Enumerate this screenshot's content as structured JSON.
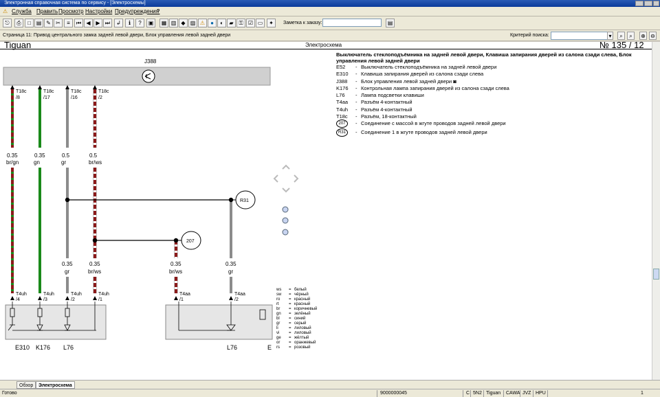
{
  "window": {
    "title": "Электронная справочная система по сервису - [Электросхемы]"
  },
  "menu": [
    "Служба",
    "Править",
    "Просмотр",
    "Настройки",
    "Предупреждения",
    "?"
  ],
  "toolbar": {
    "order_label": "Заметка к заказу:"
  },
  "crumb": {
    "text": "Страница 11: Привод центрального замка задней левой двери, Блок управления левой задней двери",
    "criteria_label": "Критерий поиска:"
  },
  "doc": {
    "model": "Tiguan",
    "section": "Электросхема",
    "number": "№  135 / 12",
    "title": "Выключатель стеклоподъёмника на задней левой двери, Клавиша запирания дверей из салона сзади слева, Блок управления левой задней двери",
    "legend": [
      {
        "code": "E52",
        "text": "Выключатель стеклоподъёмника на задней левой двери"
      },
      {
        "code": "E310",
        "text": "Клавиша запирания дверей из салона сзади слева"
      },
      {
        "code": "J388",
        "text": "Блок управления левой задней двери"
      },
      {
        "code": "K176",
        "text": "Контрольная лампа запирания дверей из салона сзади слева"
      },
      {
        "code": "L76",
        "text": "Лампа подсветки клавиши"
      },
      {
        "code": "T4aa",
        "text": "Разъём 4-контактный"
      },
      {
        "code": "T4uh",
        "text": "Разъём 4-контактный"
      },
      {
        "code": "T18c",
        "text": "Разъём, 18-контактный"
      },
      {
        "code": "207",
        "text": "Соединение с массой в жгуте проводов задней левой двери",
        "circle": true
      },
      {
        "code": "R31",
        "text": "Соединение 1 в жгуте проводов задней левой двери",
        "circle": true
      }
    ],
    "colors": [
      {
        "k": "ws",
        "v": "белый"
      },
      {
        "k": "sw",
        "v": "чёрный"
      },
      {
        "k": "ro",
        "v": "красный"
      },
      {
        "k": "rt",
        "v": "красный"
      },
      {
        "k": "br",
        "v": "коричневый"
      },
      {
        "k": "gn",
        "v": "зелёный"
      },
      {
        "k": "bl",
        "v": "синий"
      },
      {
        "k": "gr",
        "v": "серый"
      },
      {
        "k": "li",
        "v": "лиловый"
      },
      {
        "k": "vi",
        "v": "лиловый"
      },
      {
        "k": "ge",
        "v": "жёлтый"
      },
      {
        "k": "or",
        "v": "оранжевый"
      },
      {
        "k": "rs",
        "v": "розовый"
      }
    ]
  },
  "diagram": {
    "j388": "J388",
    "connectors_top": [
      {
        "pin": "T18c",
        "num": "/8"
      },
      {
        "pin": "T18c",
        "num": "/17"
      },
      {
        "pin": "T18c",
        "num": "/16"
      },
      {
        "pin": "T18c",
        "num": "/2"
      }
    ],
    "wires_top": [
      {
        "size": "0.35",
        "color": "br/gn"
      },
      {
        "size": "0.35",
        "color": "gn"
      },
      {
        "size": "0.5",
        "color": "gr"
      },
      {
        "size": "0.5",
        "color": "br/ws"
      }
    ],
    "wires_bottom": [
      {
        "size": "0.35",
        "color": "gr"
      },
      {
        "size": "0.35",
        "color": "br/ws"
      },
      {
        "size": "0.35",
        "color": "br/ws"
      },
      {
        "size": "0.35",
        "color": "gr"
      }
    ],
    "conn_bottom": [
      {
        "pin": "T4uh",
        "num": "/4"
      },
      {
        "pin": "T4uh",
        "num": "/3"
      },
      {
        "pin": "T4uh",
        "num": "/2"
      },
      {
        "pin": "T4uh",
        "num": "/1"
      },
      {
        "pin": "T4aa",
        "num": "/1"
      },
      {
        "pin": "T4aa",
        "num": "/2"
      }
    ],
    "r31": "R31",
    "g207": "207",
    "components": [
      "E310",
      "K176",
      "L76",
      "L76",
      "E"
    ]
  },
  "tabs": [
    "Обзор",
    "Электросхема"
  ],
  "status": {
    "ready": "Готово",
    "order": "9000000045",
    "c": "C",
    "code": "5N2",
    "model": "Tiguan",
    "engine": "CAWA",
    "gear": "JVZ",
    "extra": "HPU",
    "page": "1"
  },
  "colors_ui": {
    "green": "#1a8a1a",
    "brown": "#8b1a1a",
    "grey": "#8c8c8c"
  }
}
